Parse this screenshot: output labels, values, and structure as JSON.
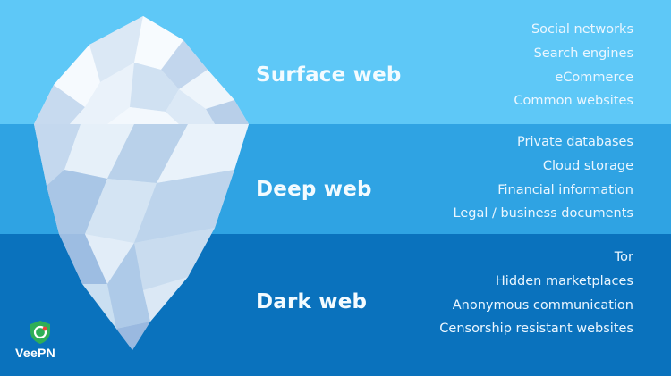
{
  "colors": {
    "surface_bg": "#5ec8f7",
    "deep_bg": "#2fa3e3",
    "dark_bg": "#0a72bd",
    "title_text": "#f3fbff",
    "item_text": "#eaf6ff",
    "ice_light": "#f4f9fd",
    "ice_mid": "#cfe0f2",
    "ice_shadow": "#9fbde0",
    "brand_green": "#2fae57",
    "brand_text": "#ffffff"
  },
  "layers": {
    "surface": {
      "title": "Surface web",
      "items": [
        "Social networks",
        "Search engines",
        "eCommerce",
        "Common websites"
      ]
    },
    "deep": {
      "title": "Deep web",
      "items": [
        "Private databases",
        "Cloud storage",
        "Financial information",
        "Legal / business documents"
      ]
    },
    "dark": {
      "title": "Dark web",
      "items": [
        "Tor",
        "Hidden marketplaces",
        "Anonymous communication",
        "Censorship resistant websites"
      ]
    }
  },
  "brand": {
    "name": "VeePN",
    "icon": "shield-icon"
  }
}
